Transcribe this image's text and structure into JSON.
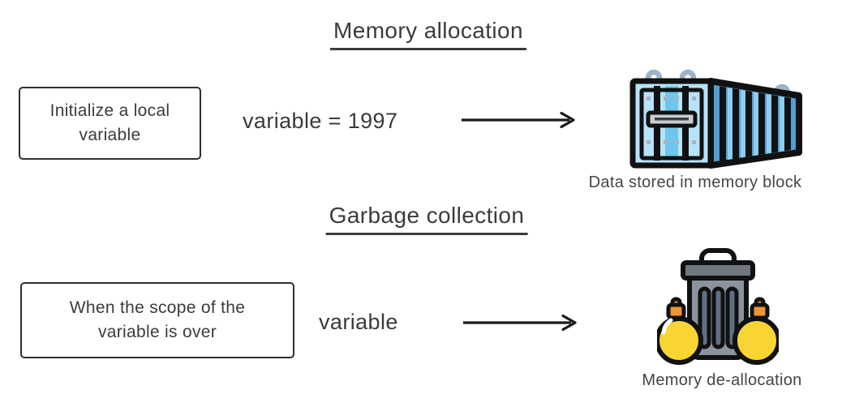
{
  "colors": {
    "text": "#3b3b3b",
    "outline": "#111111",
    "arrow": "#1a1a1a",
    "box_border": "#2f2f2f",
    "container_front": "#b7e3f8",
    "container_center_stripe": "#6ec6ee",
    "container_side": "#4f9fd4",
    "container_side_stripe": "#8ecdef",
    "container_handle": "#c9ccd1",
    "container_hook": "#9db3c8",
    "container_dot": "#aab3bb",
    "trash_body": "#8b949e",
    "trash_lid": "#70777e",
    "trash_slot": "#5f7085",
    "trash_handle": "#ffffff",
    "bag_yellow": "#f8d533",
    "bag_tie": "#ef9433",
    "bag_highlight": "#ffffff"
  },
  "sections": [
    {
      "title": "Memory allocation",
      "box_lines": [
        "Initialize a local",
        "variable"
      ],
      "expression": "variable = 1997",
      "icon": "container-icon",
      "caption": "Data stored in memory block"
    },
    {
      "title": "Garbage collection",
      "box_lines": [
        "When the scope of the",
        "variable is over"
      ],
      "expression": "variable",
      "icon": "trash-bags-icon",
      "caption": "Memory de-allocation"
    }
  ]
}
